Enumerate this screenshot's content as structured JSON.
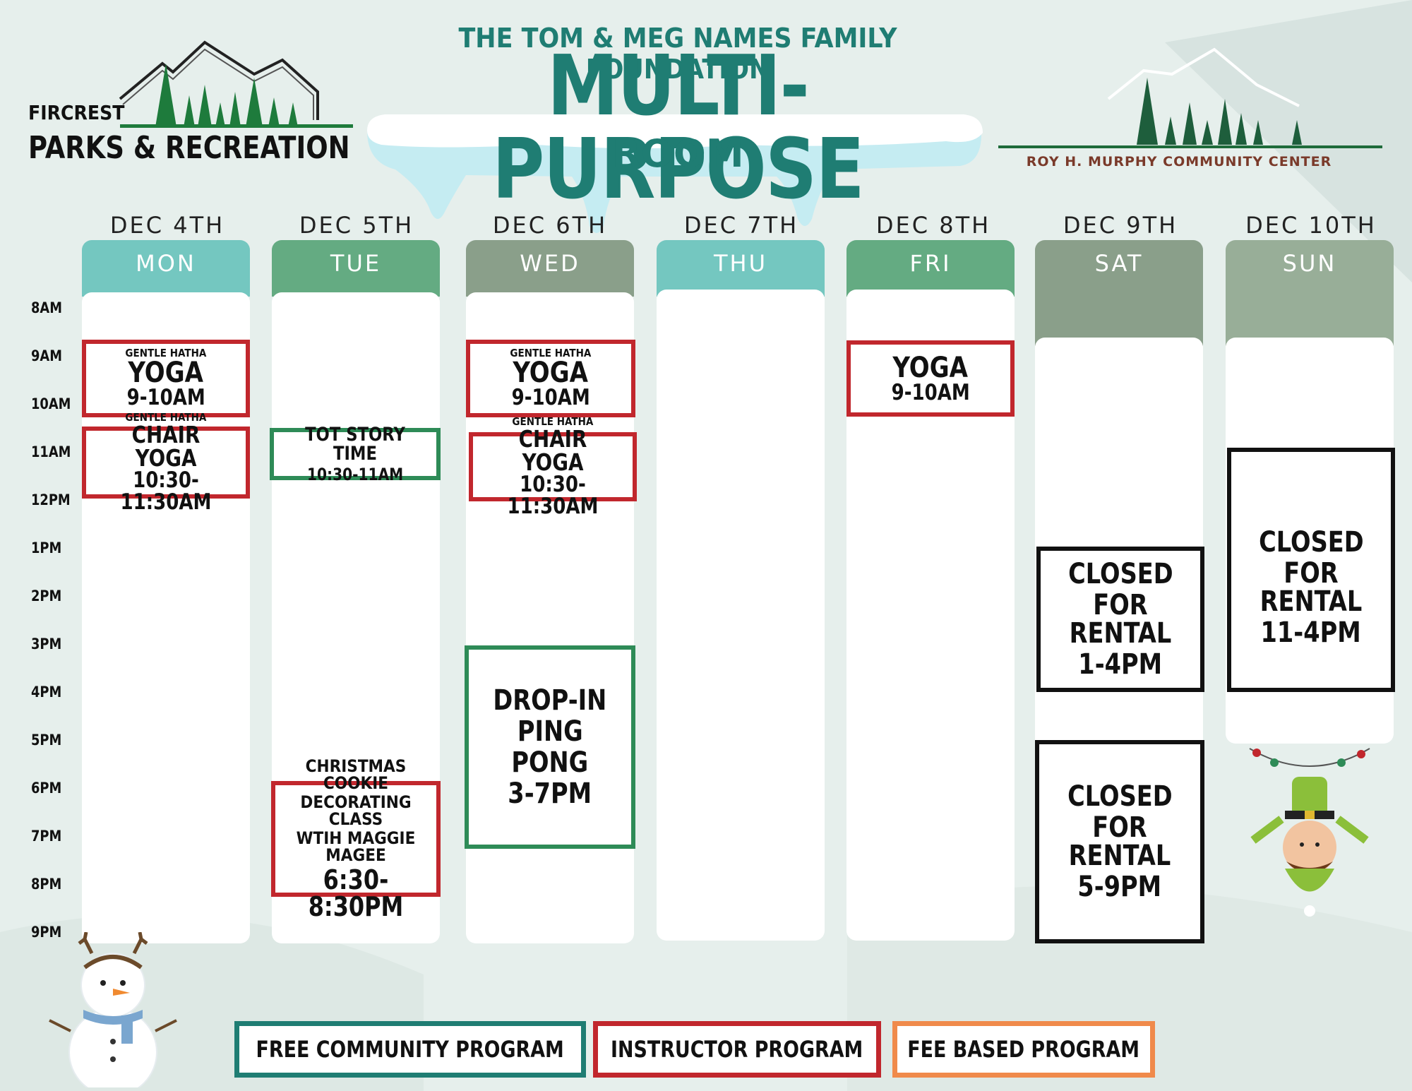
{
  "header": {
    "foundation": "THE TOM & MEG NAMES FAMILY FOUNDATION",
    "title": "MULTI-PURPOSE",
    "subtitle": "ROOM"
  },
  "logo_left": {
    "small": "FIRCREST",
    "big": "PARKS & RECREATION"
  },
  "logo_right": {
    "text": "ROY H. MURPHY COMMUNITY CENTER"
  },
  "colors": {
    "free_community": "#1f7d73",
    "instructor": "#c1272d",
    "fee_based": "#f08a4b",
    "title": "#1f7d73"
  },
  "time_labels": [
    "8AM",
    "9AM",
    "10AM",
    "11AM",
    "12PM",
    "1PM",
    "2PM",
    "3PM",
    "4PM",
    "5PM",
    "6PM",
    "7PM",
    "8PM",
    "9PM"
  ],
  "days": [
    {
      "date": "DEC 4TH",
      "day": "MON"
    },
    {
      "date": "DEC 5TH",
      "day": "TUE"
    },
    {
      "date": "DEC 6TH",
      "day": "WED"
    },
    {
      "date": "DEC 7TH",
      "day": "THU"
    },
    {
      "date": "DEC 8TH",
      "day": "FRI"
    },
    {
      "date": "DEC 9TH",
      "day": "SAT"
    },
    {
      "date": "DEC 10TH",
      "day": "SUN"
    }
  ],
  "events": {
    "mon_yoga": {
      "pre": "GENTLE HATHA",
      "name": "YOGA",
      "time": "9-10AM"
    },
    "mon_chair": {
      "pre": "GENTLE HATHA",
      "name": "CHAIR YOGA",
      "time": "10:30-11:30AM"
    },
    "tue_story": {
      "name": "TOT STORY TIME",
      "time": "10:30-11AM"
    },
    "tue_cookie": {
      "line1": "CHRISTMAS COOKIE",
      "line2": "DECORATING CLASS",
      "line3": "WTIH MAGGIE MAGEE",
      "time": "6:30-8:30PM"
    },
    "wed_yoga": {
      "pre": "GENTLE HATHA",
      "name": "YOGA",
      "time": "9-10AM"
    },
    "wed_chair": {
      "pre": "GENTLE HATHA",
      "name": "CHAIR YOGA",
      "time": "10:30-11:30AM"
    },
    "wed_pingpong": {
      "line1": "DROP-IN",
      "line2": "PING",
      "line3": "PONG",
      "time": "3-7PM"
    },
    "fri_yoga": {
      "name": "YOGA",
      "time": "9-10AM"
    },
    "sat_rental1": {
      "line1": "CLOSED",
      "line2": "FOR RENTAL",
      "time": "1-4PM"
    },
    "sat_rental2": {
      "line1": "CLOSED",
      "line2": "FOR RENTAL",
      "time": "5-9PM"
    },
    "sun_rental": {
      "line1": "CLOSED",
      "line2": "FOR RENTAL",
      "time": "11-4PM"
    }
  },
  "legend": {
    "free": "FREE COMMUNITY PROGRAM",
    "instructor": "INSTRUCTOR PROGRAM",
    "fee": "FEE BASED PROGRAM"
  }
}
